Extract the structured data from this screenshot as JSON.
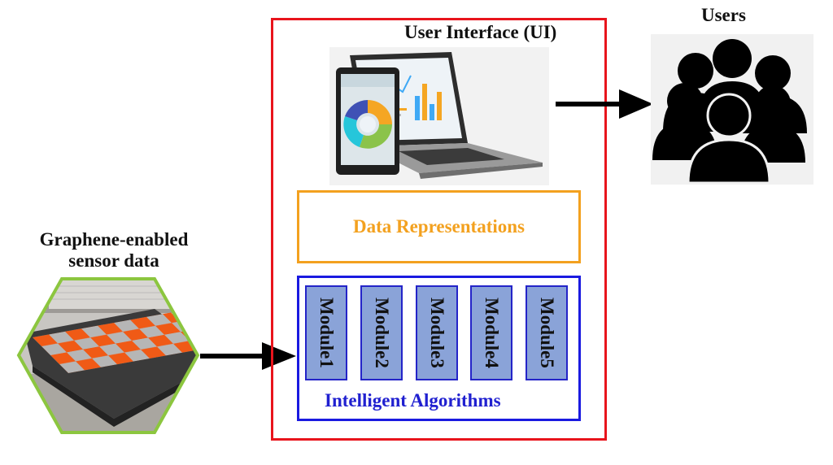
{
  "ui_title": "User Interface (UI)",
  "users_title": "Users",
  "sensor_title_line1": "Graphene-enabled",
  "sensor_title_line2": "sensor data",
  "data_representations": "Data Representations",
  "intelligent_algorithms": "Intelligent Algorithms",
  "modules": [
    "Module1",
    "Module2",
    "Module3",
    "Module4",
    "Module5"
  ],
  "colors": {
    "ui_frame": "#e8141c",
    "data_rep": "#f3a11f",
    "algorithms": "#1a1ae0",
    "module_fill": "#8aa3d8",
    "hexagon_border": "#8cc63f",
    "tile_orange": "#f05a16"
  },
  "icons": [
    "laptop-tablet-illustration",
    "users-group-icon",
    "sensor-floor-photo",
    "arrow-right-icon"
  ]
}
